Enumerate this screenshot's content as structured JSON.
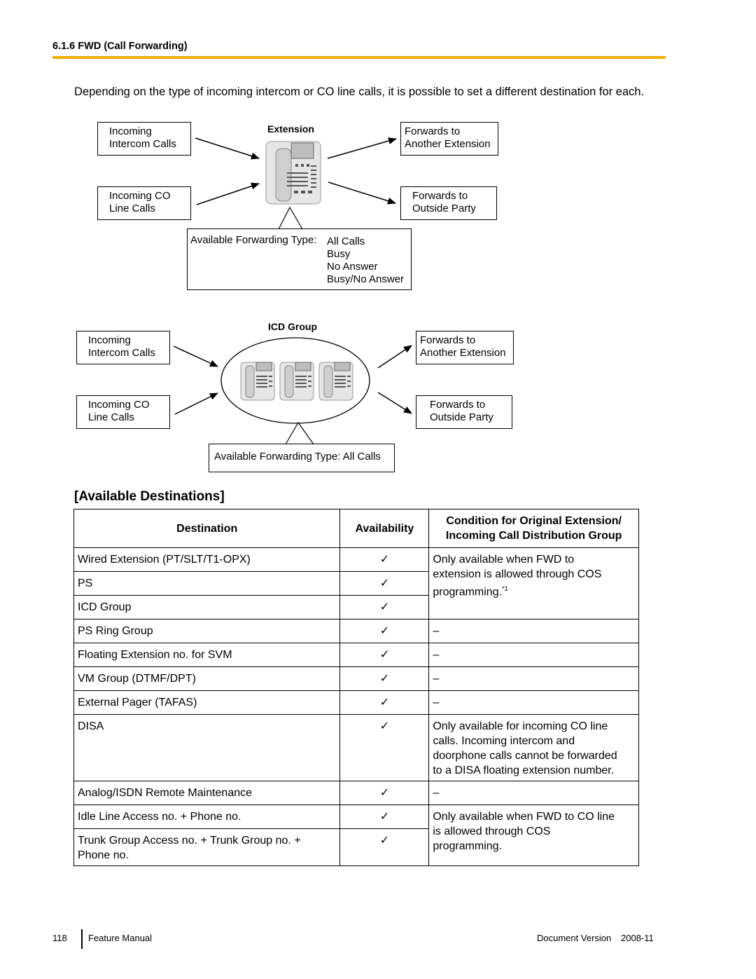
{
  "header": {
    "section": "6.1.6 FWD (Call Forwarding)"
  },
  "intro": "Depending on the type of incoming intercom or CO line calls, it is possible to set a different destination for each.",
  "diagram_extension": {
    "title": "Extension",
    "input_1": [
      "Incoming",
      "Intercom Calls"
    ],
    "input_2": [
      "Incoming CO",
      "Line Calls"
    ],
    "output_1": [
      "Forwards to",
      "Another Extension"
    ],
    "output_2": [
      "Forwards to",
      "Outside Party"
    ],
    "type_label": "Available Forwarding Type:",
    "types": [
      "All Calls",
      "Busy",
      "No Answer",
      "Busy/No Answer"
    ]
  },
  "diagram_icd": {
    "title": "ICD Group",
    "input_1": [
      "Incoming",
      "Intercom Calls"
    ],
    "input_2": [
      "Incoming CO",
      "Line Calls"
    ],
    "output_1": [
      "Forwards to",
      "Another Extension"
    ],
    "output_2": [
      "Forwards to",
      "Outside Party"
    ],
    "type_text": "Available Forwarding Type: All Calls"
  },
  "destinations": {
    "title": "[Available Destinations]",
    "columns": [
      "Destination",
      "Availability",
      "Condition for Original Extension/",
      "Incoming Call Distribution Group"
    ],
    "check": "✓",
    "rows": [
      {
        "destination": "Wired Extension (PT/SLT/T1-OPX)"
      },
      {
        "destination": "PS"
      },
      {
        "destination": "ICD Group"
      },
      {
        "destination": "PS Ring Group",
        "condition": "–"
      },
      {
        "destination": "Floating Extension no. for SVM",
        "condition": "–"
      },
      {
        "destination": "VM Group (DTMF/DPT)",
        "condition": "–"
      },
      {
        "destination": "External Pager (TAFAS)",
        "condition": "–"
      },
      {
        "destination": "DISA",
        "condition": [
          "Only available for incoming CO line",
          "calls. Incoming intercom and",
          "doorphone calls cannot be forwarded",
          "to a DISA floating extension number."
        ]
      },
      {
        "destination": "Analog/ISDN Remote Maintenance",
        "condition": "–"
      },
      {
        "destination": "Idle Line Access no. + Phone no."
      },
      {
        "destination": [
          "Trunk Group Access no. + Trunk Group no. +",
          "Phone no."
        ]
      }
    ],
    "merged_conditions": {
      "extension": [
        "Only available when FWD to",
        "extension is allowed through COS",
        "programming."
      ],
      "extension_note": "*1",
      "co_line": [
        "Only available when FWD to CO line",
        "is allowed through COS",
        "programming."
      ]
    }
  },
  "footer": {
    "page": "118",
    "manual": "Feature Manual",
    "version_label": "Document Version",
    "version": "2008-11"
  }
}
